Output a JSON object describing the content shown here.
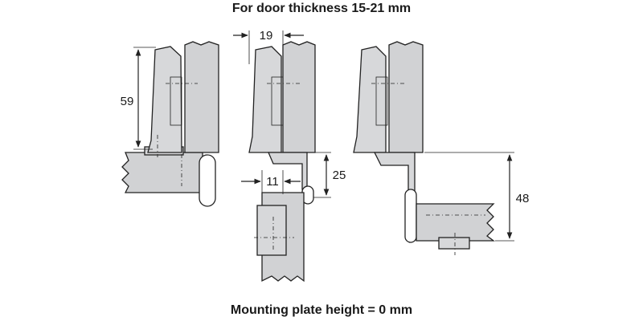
{
  "title": "For door thickness 15-21 mm",
  "footer": "Mounting plate height = 0 mm",
  "dimensions": {
    "hinge_height": "59",
    "door_offset": "19",
    "overlay": "11",
    "plate_distance": "25",
    "cabinet_offset": "48"
  },
  "colors": {
    "part_fill": "#d7d8da",
    "panel_fill": "#d1d2d4",
    "line": "#222222"
  }
}
